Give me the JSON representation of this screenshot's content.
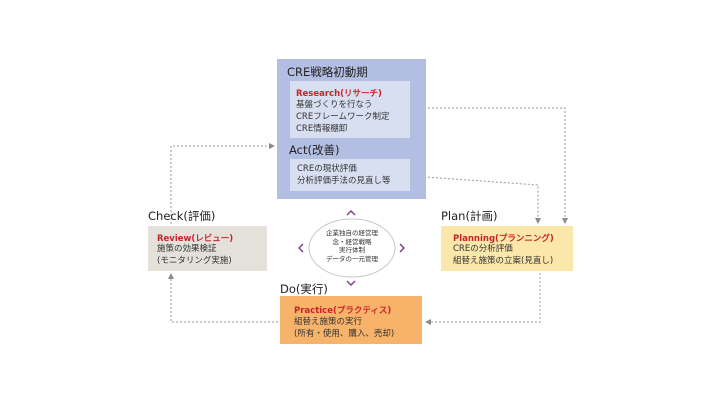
{
  "act": {
    "header": "CRE戦略初動期",
    "research_title": "Research(リサーチ)",
    "research_lines": [
      "基盤づくりを行なう",
      "CREフレームワーク制定",
      "CRE情報棚卸"
    ],
    "label": "Act(改善)",
    "lines": [
      "CREの現状評価",
      "分析評価手法の見直し等"
    ]
  },
  "check": {
    "label": "Check(評価)",
    "title": "Review(レビュー)",
    "lines": [
      "施策の効果検証",
      "(モニタリング実施)"
    ]
  },
  "plan": {
    "label": "Plan(計画)",
    "title": "Planning(プランニング)",
    "lines": [
      "CREの分析評価",
      "組替え施策の立案(見直し)"
    ]
  },
  "do": {
    "label": "Do(実行)",
    "title": "Practice(プラクティス)",
    "lines": [
      "組替え施策の実行",
      "(所有・使用、購入、売却)"
    ]
  },
  "center": {
    "lines": [
      "企業独自の経営理",
      "念・経営戦略",
      "実行体制",
      "データの一元管理"
    ]
  },
  "colors": {
    "act_outer": "#b3bfe2",
    "act_inner": "#d8dff1",
    "check": "#e4e1db",
    "plan": "#fbe7a9",
    "do": "#f8b36b",
    "title_red": "#c8242b",
    "chevron": "#7a3a8a"
  }
}
